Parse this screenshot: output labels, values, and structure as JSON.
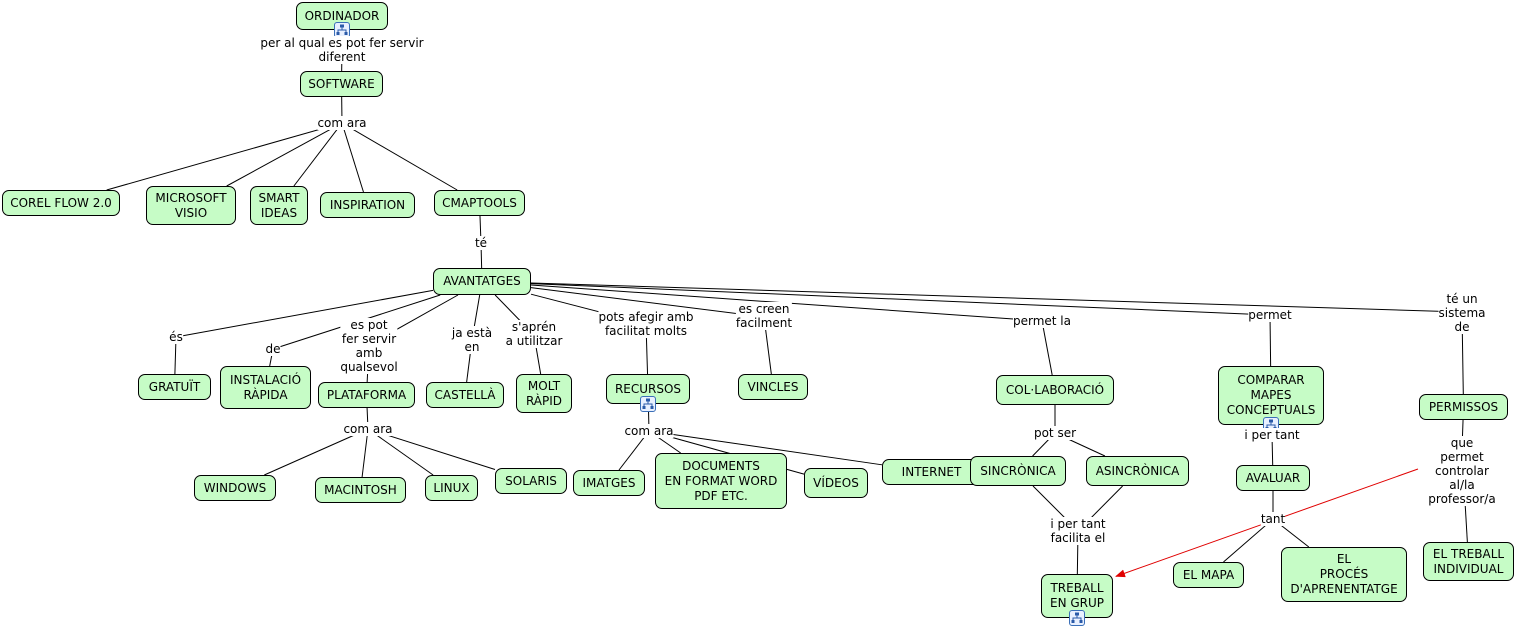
{
  "title": "Concept map: Software per fer mapes conceptuals",
  "colors": {
    "node_fill": "#c6fcc6",
    "node_border": "#000000",
    "link": "#000000",
    "highlight_link": "#e00000"
  },
  "concepts": [
    {
      "id": "ordinador",
      "label": "ORDINADOR",
      "submap": true
    },
    {
      "id": "software",
      "label": "SOFTWARE"
    },
    {
      "id": "corel",
      "label": "COREL FLOW 2.0"
    },
    {
      "id": "visio",
      "label": "MICROSOFT\nVISIO"
    },
    {
      "id": "smart",
      "label": "SMART\nIDEAS"
    },
    {
      "id": "inspiration",
      "label": "INSPIRATION"
    },
    {
      "id": "cmaptools",
      "label": "CMAPTOOLS"
    },
    {
      "id": "avantatges",
      "label": "AVANTATGES"
    },
    {
      "id": "gratuit",
      "label": "GRATUÏT"
    },
    {
      "id": "instalacio",
      "label": "INSTALACIÓ\nRÀPIDA"
    },
    {
      "id": "plataforma",
      "label": "PLATAFORMA"
    },
    {
      "id": "castella",
      "label": "CASTELLÀ"
    },
    {
      "id": "moltrapid",
      "label": "MOLT\nRÀPID"
    },
    {
      "id": "recursos",
      "label": "RECURSOS",
      "submap": true
    },
    {
      "id": "vincles",
      "label": "VINCLES"
    },
    {
      "id": "colaboracio",
      "label": "COL·LABORACIÓ"
    },
    {
      "id": "comparar",
      "label": "COMPARAR\nMAPES\nCONCEPTUALS",
      "submap": true
    },
    {
      "id": "permissos",
      "label": "PERMISSOS"
    },
    {
      "id": "windows",
      "label": "WINDOWS"
    },
    {
      "id": "macintosh",
      "label": "MACINTOSH"
    },
    {
      "id": "linux",
      "label": "LINUX"
    },
    {
      "id": "solaris",
      "label": "SOLARIS"
    },
    {
      "id": "imatges",
      "label": "IMATGES"
    },
    {
      "id": "documents",
      "label": "DOCUMENTS\nEN FORMAT WORD\nPDF ETC."
    },
    {
      "id": "videos",
      "label": "VÍDEOS"
    },
    {
      "id": "internet",
      "label": "INTERNET"
    },
    {
      "id": "sincronica",
      "label": "SINCRÒNICA"
    },
    {
      "id": "asincronica",
      "label": "ASINCRÒNICA"
    },
    {
      "id": "avaluar",
      "label": "AVALUAR"
    },
    {
      "id": "treballgrup",
      "label": "TREBALL\nEN GRUP",
      "submap": true
    },
    {
      "id": "elmapa",
      "label": "EL MAPA"
    },
    {
      "id": "proces",
      "label": "EL\nPROCÉS\nD'APRENENTATGE"
    },
    {
      "id": "individual",
      "label": "EL TREBALL\nINDIVIDUAL"
    }
  ],
  "linking_phrases": [
    {
      "id": "lp_per",
      "label": "per al qual es pot fer servir\ndiferent",
      "from": [
        "ordinador"
      ],
      "to": [
        "software"
      ]
    },
    {
      "id": "lp_comara1",
      "label": "com ara",
      "from": [
        "software"
      ],
      "to": [
        "corel",
        "visio",
        "smart",
        "inspiration",
        "cmaptools"
      ]
    },
    {
      "id": "lp_te",
      "label": "té",
      "from": [
        "cmaptools"
      ],
      "to": [
        "avantatges"
      ]
    },
    {
      "id": "lp_es",
      "label": "és",
      "from": [
        "avantatges"
      ],
      "to": [
        "gratuit"
      ]
    },
    {
      "id": "lp_de",
      "label": "de",
      "from": [
        "avantatges"
      ],
      "to": [
        "instalacio"
      ]
    },
    {
      "id": "lp_espot",
      "label": "es pot\nfer servir\namb\nqualsevol",
      "from": [
        "avantatges"
      ],
      "to": [
        "plataforma"
      ]
    },
    {
      "id": "lp_jaesta",
      "label": "ja està\nen",
      "from": [
        "avantatges"
      ],
      "to": [
        "castella"
      ]
    },
    {
      "id": "lp_sapren",
      "label": "s'aprén\na utilitzar",
      "from": [
        "avantatges"
      ],
      "to": [
        "moltrapid"
      ]
    },
    {
      "id": "lp_pots",
      "label": "pots afegir amb\nfacilitat molts",
      "from": [
        "avantatges"
      ],
      "to": [
        "recursos"
      ]
    },
    {
      "id": "lp_escreen",
      "label": "es creen\nfacilment",
      "from": [
        "avantatges"
      ],
      "to": [
        "vincles"
      ]
    },
    {
      "id": "lp_permetla",
      "label": "permet la",
      "from": [
        "avantatges"
      ],
      "to": [
        "colaboracio"
      ]
    },
    {
      "id": "lp_permet",
      "label": "permet",
      "from": [
        "avantatges"
      ],
      "to": [
        "comparar"
      ]
    },
    {
      "id": "lp_teun",
      "label": "té un\nsistema\nde",
      "from": [
        "avantatges"
      ],
      "to": [
        "permissos"
      ]
    },
    {
      "id": "lp_comara2",
      "label": "com ara",
      "from": [
        "plataforma"
      ],
      "to": [
        "windows",
        "macintosh",
        "linux",
        "solaris"
      ]
    },
    {
      "id": "lp_comara3",
      "label": "com ara",
      "from": [
        "recursos"
      ],
      "to": [
        "imatges",
        "documents",
        "videos",
        "internet"
      ]
    },
    {
      "id": "lp_potser",
      "label": "pot ser",
      "from": [
        "colaboracio"
      ],
      "to": [
        "sincronica",
        "asincronica"
      ]
    },
    {
      "id": "lp_ipertant1",
      "label": "i per tant\nfacilita el",
      "from": [
        "sincronica",
        "asincronica"
      ],
      "to": [
        "treballgrup"
      ]
    },
    {
      "id": "lp_ipertant2",
      "label": "i per tant",
      "from": [
        "comparar"
      ],
      "to": [
        "avaluar"
      ]
    },
    {
      "id": "lp_tant",
      "label": "tant",
      "from": [
        "avaluar"
      ],
      "to": [
        "elmapa",
        "proces"
      ]
    },
    {
      "id": "lp_quepermet",
      "label": "que permet controlar\nal/la professor/a",
      "from": [
        "permissos"
      ],
      "to": [
        "individual",
        "treballgrup"
      ],
      "highlight_to": [
        "treballgrup"
      ]
    }
  ]
}
